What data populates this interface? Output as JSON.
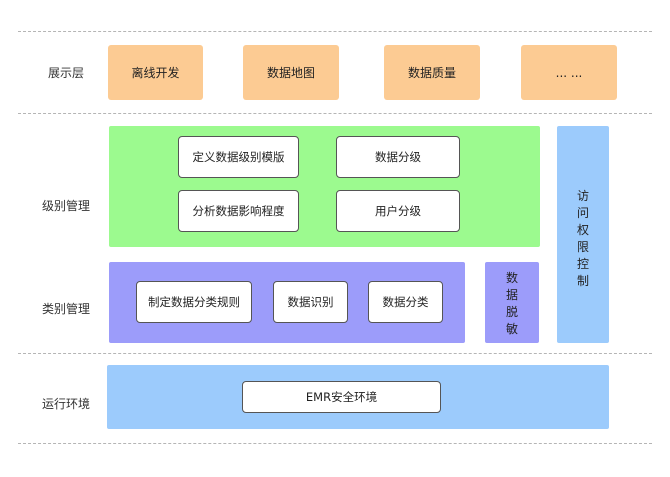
{
  "layers": {
    "display": "展示层",
    "level_mgmt": "级别管理",
    "category_mgmt": "类别管理",
    "runtime": "运行环境"
  },
  "display_items": [
    "离线开发",
    "数据地图",
    "数据质量",
    "... ..."
  ],
  "level_panel": {
    "boxes": [
      "定义数据级别模版",
      "数据分级",
      "分析数据影响程度",
      "用户分级"
    ]
  },
  "category_panel": {
    "boxes": [
      "制定数据分类规则",
      "数据识别",
      "数据分类"
    ]
  },
  "masking_panel": {
    "chars": [
      "数",
      "据",
      "脱",
      "敏"
    ]
  },
  "access_panel": {
    "chars": [
      "访",
      "问",
      "权",
      "限",
      "控",
      "制"
    ]
  },
  "runtime_panel": {
    "box": "EMR安全环境"
  },
  "colors": {
    "orange": "#fccb93",
    "green": "#9cfa8f",
    "purple": "#9c9cfa",
    "blue": "#9ccbfc",
    "dash": "#b5b5b5"
  }
}
